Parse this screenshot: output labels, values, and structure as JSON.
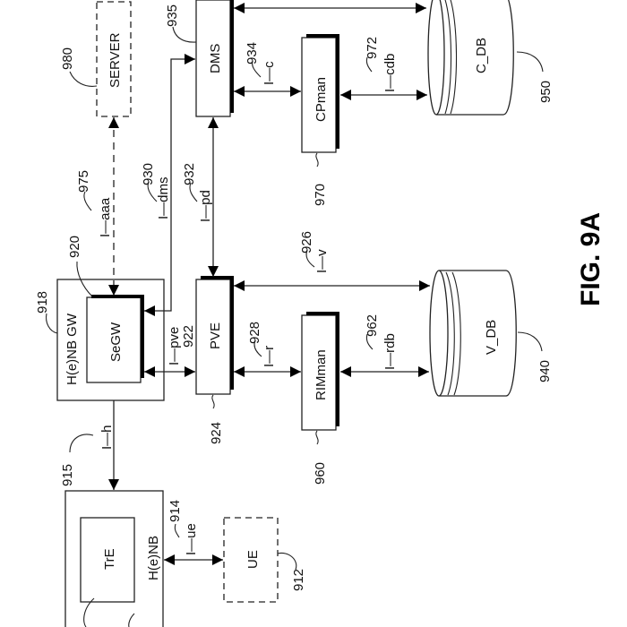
{
  "figure": {
    "title": "FIG. 9A"
  },
  "nodes": {
    "henb": {
      "label": "H(e)NB",
      "ref": "915"
    },
    "tre": {
      "label": "TrE"
    },
    "ue": {
      "label": "UE",
      "ref": "912"
    },
    "henb_gw": {
      "label": "H(e)NB  GW",
      "ref": "918"
    },
    "segw": {
      "label": "SeGW",
      "ref": "920"
    },
    "pve": {
      "label": "PVE",
      "ref": "924"
    },
    "dms": {
      "label": "DMS",
      "ref": "935"
    },
    "server": {
      "label": "SERVER",
      "ref": "980"
    },
    "rimman": {
      "label": "RIMman",
      "ref": "960"
    },
    "cpman": {
      "label": "CPman",
      "ref": "970"
    },
    "v_db": {
      "label": "V_DB",
      "ref": "940"
    },
    "c_db": {
      "label": "C_DB",
      "ref": "950"
    }
  },
  "interfaces": {
    "i_ue": {
      "label": "I—ue",
      "ref": "914"
    },
    "i_h": {
      "label": "I—h",
      "ref": "915"
    },
    "i_aaa": {
      "label": "I—aaa",
      "ref": "975"
    },
    "i_dms": {
      "label": "I—dms",
      "ref": "930"
    },
    "i_pd": {
      "label": "I—pd",
      "ref": "932"
    },
    "i_pve": {
      "label": "I—pve",
      "ref": "922"
    },
    "i_r": {
      "label": "I—r",
      "ref": "928"
    },
    "i_v": {
      "label": "I—v",
      "ref": "926"
    },
    "i_c": {
      "label": "I—c",
      "ref": "934"
    },
    "i_rdb": {
      "label": "I—rdb",
      "ref": "962"
    },
    "i_cdb": {
      "label": "I—cdb",
      "ref": "972"
    }
  }
}
